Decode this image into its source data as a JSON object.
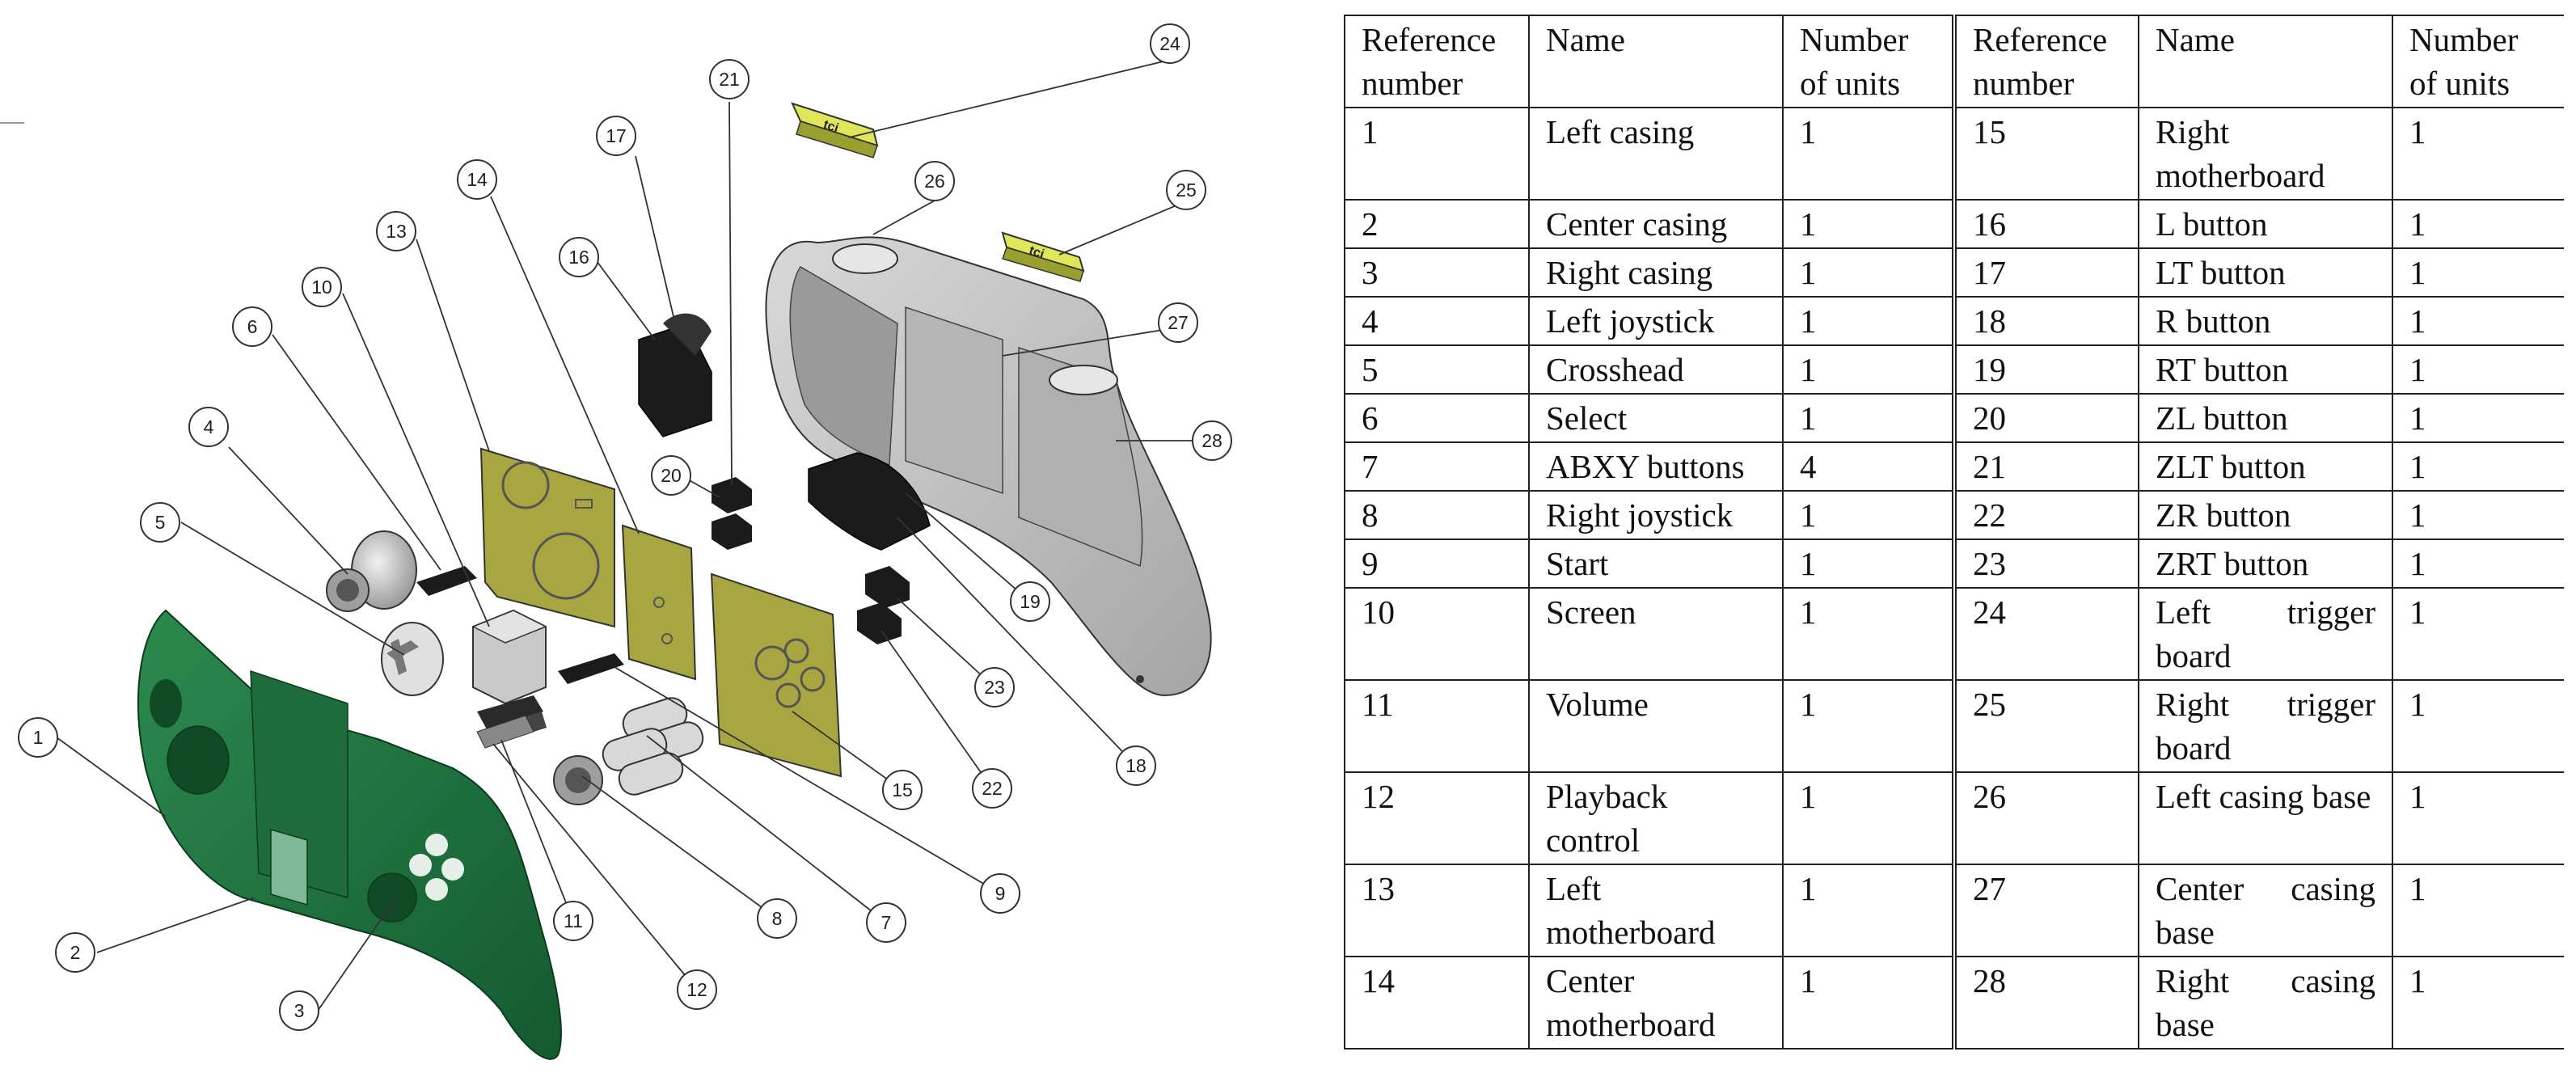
{
  "figure": {
    "callouts": [
      "1",
      "2",
      "3",
      "4",
      "5",
      "6",
      "7",
      "8",
      "9",
      "10",
      "11",
      "12",
      "13",
      "14",
      "15",
      "16",
      "17",
      "18",
      "19",
      "20",
      "21",
      "22",
      "23",
      "24",
      "25",
      "26",
      "27",
      "28"
    ],
    "trigger_board_mark": "tci",
    "colors": {
      "front_casing": "#1f6e3d",
      "front_casing_dark": "#124a28",
      "motherboard": "#a8a640",
      "trigger_board": "#d6dd4a",
      "back_casing": "#c8c8c8",
      "back_casing_dark": "#8a8a8a",
      "button_black": "#1b1b1b",
      "joystick_grey": "#bdbdbd"
    }
  },
  "table": {
    "headers": [
      "Reference number",
      "Name",
      "Number of units",
      "Reference number",
      "Name",
      "Number of units"
    ],
    "rows": [
      {
        "ref1": "1",
        "name1": "Left casing",
        "units1": "1",
        "ref2": "15",
        "name2": "Right motherboard",
        "units2": "1"
      },
      {
        "ref1": "2",
        "name1": "Center casing",
        "units1": "1",
        "ref2": "16",
        "name2": "L button",
        "units2": "1"
      },
      {
        "ref1": "3",
        "name1": "Right casing",
        "units1": "1",
        "ref2": "17",
        "name2": "LT button",
        "units2": "1"
      },
      {
        "ref1": "4",
        "name1": "Left joystick",
        "units1": "1",
        "ref2": "18",
        "name2": "R button",
        "units2": "1"
      },
      {
        "ref1": "5",
        "name1": "Crosshead",
        "units1": "1",
        "ref2": "19",
        "name2": "RT button",
        "units2": "1"
      },
      {
        "ref1": "6",
        "name1": "Select",
        "units1": "1",
        "ref2": "20",
        "name2": "ZL button",
        "units2": "1"
      },
      {
        "ref1": "7",
        "name1": "ABXY buttons",
        "units1": "4",
        "ref2": "21",
        "name2": "ZLT button",
        "units2": "1"
      },
      {
        "ref1": "8",
        "name1": "Right joystick",
        "units1": "1",
        "ref2": "22",
        "name2": "ZR button",
        "units2": "1"
      },
      {
        "ref1": "9",
        "name1": "Start",
        "units1": "1",
        "ref2": "23",
        "name2": "ZRT button",
        "units2": "1"
      },
      {
        "ref1": "10",
        "name1": "Screen",
        "units1": "1",
        "ref2": "24",
        "name2": "Left trigger board",
        "units2": "1"
      },
      {
        "ref1": "11",
        "name1": "Volume",
        "units1": "1",
        "ref2": "25",
        "name2": "Right trigger board",
        "units2": "1"
      },
      {
        "ref1": "12",
        "name1": "Playback control",
        "units1": "1",
        "ref2": "26",
        "name2": "Left casing base",
        "units2": "1"
      },
      {
        "ref1": "13",
        "name1": "Left motherboard",
        "units1": "1",
        "ref2": "27",
        "name2": "Center casing base",
        "units2": "1"
      },
      {
        "ref1": "14",
        "name1": "Center motherboard",
        "units1": "1",
        "ref2": "28",
        "name2": "Right casing base",
        "units2": "1"
      }
    ]
  }
}
